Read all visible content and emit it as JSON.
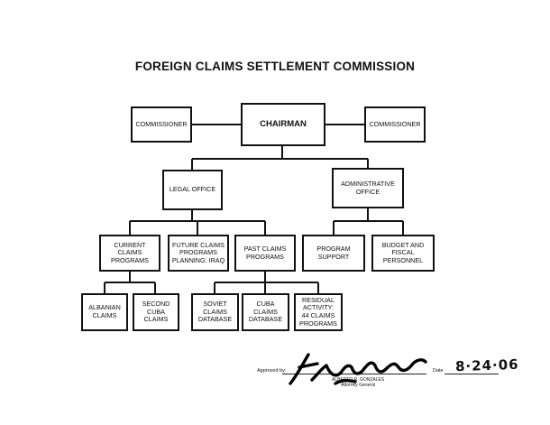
{
  "title": "FOREIGN CLAIMS SETTLEMENT COMMISSION",
  "org": {
    "commissioner_left": "COMMISSIONER",
    "chairman": "CHAIRMAN",
    "commissioner_right": "COMMISSIONER",
    "legal_office": "LEGAL OFFICE",
    "administrative_office": [
      "ADMINISTRATIVE",
      "OFFICE"
    ],
    "current_claims_programs": [
      "CURRENT",
      "CLAIMS",
      "PROGRAMS"
    ],
    "future_claims_programs": [
      "FUTURE CLAIMS",
      "PROGRAMS",
      "PLANNING:  IRAQ"
    ],
    "past_claims_programs": [
      "PAST CLAIMS",
      "PROGRAMS"
    ],
    "program_support": [
      "PROGRAM",
      "SUPPORT"
    ],
    "budget_fiscal_personnel": [
      "BUDGET AND",
      "FISCAL",
      "PERSONNEL"
    ],
    "albanian_claims": [
      "ALBANIAN",
      "CLAIMS"
    ],
    "second_cuba_claims": [
      "SECOND",
      "CUBA",
      "CLAIMS"
    ],
    "soviet_claims_database": [
      "SOVIET",
      "CLAIMS",
      "DATABASE"
    ],
    "cuba_claims_database": [
      "CUBA",
      "CLAIMS",
      "DATABASE"
    ],
    "residual_activity": [
      "RESIDUAL",
      "ACTIVITY:",
      "44 CLAIMS",
      "PROGRAMS"
    ]
  },
  "approval": {
    "approved_by_label": "Approved by:",
    "approver_name": "ALBERTO R. GONZALES",
    "approver_title": "Attorney General",
    "date_label": "Date",
    "date_value": "8·24·06"
  }
}
